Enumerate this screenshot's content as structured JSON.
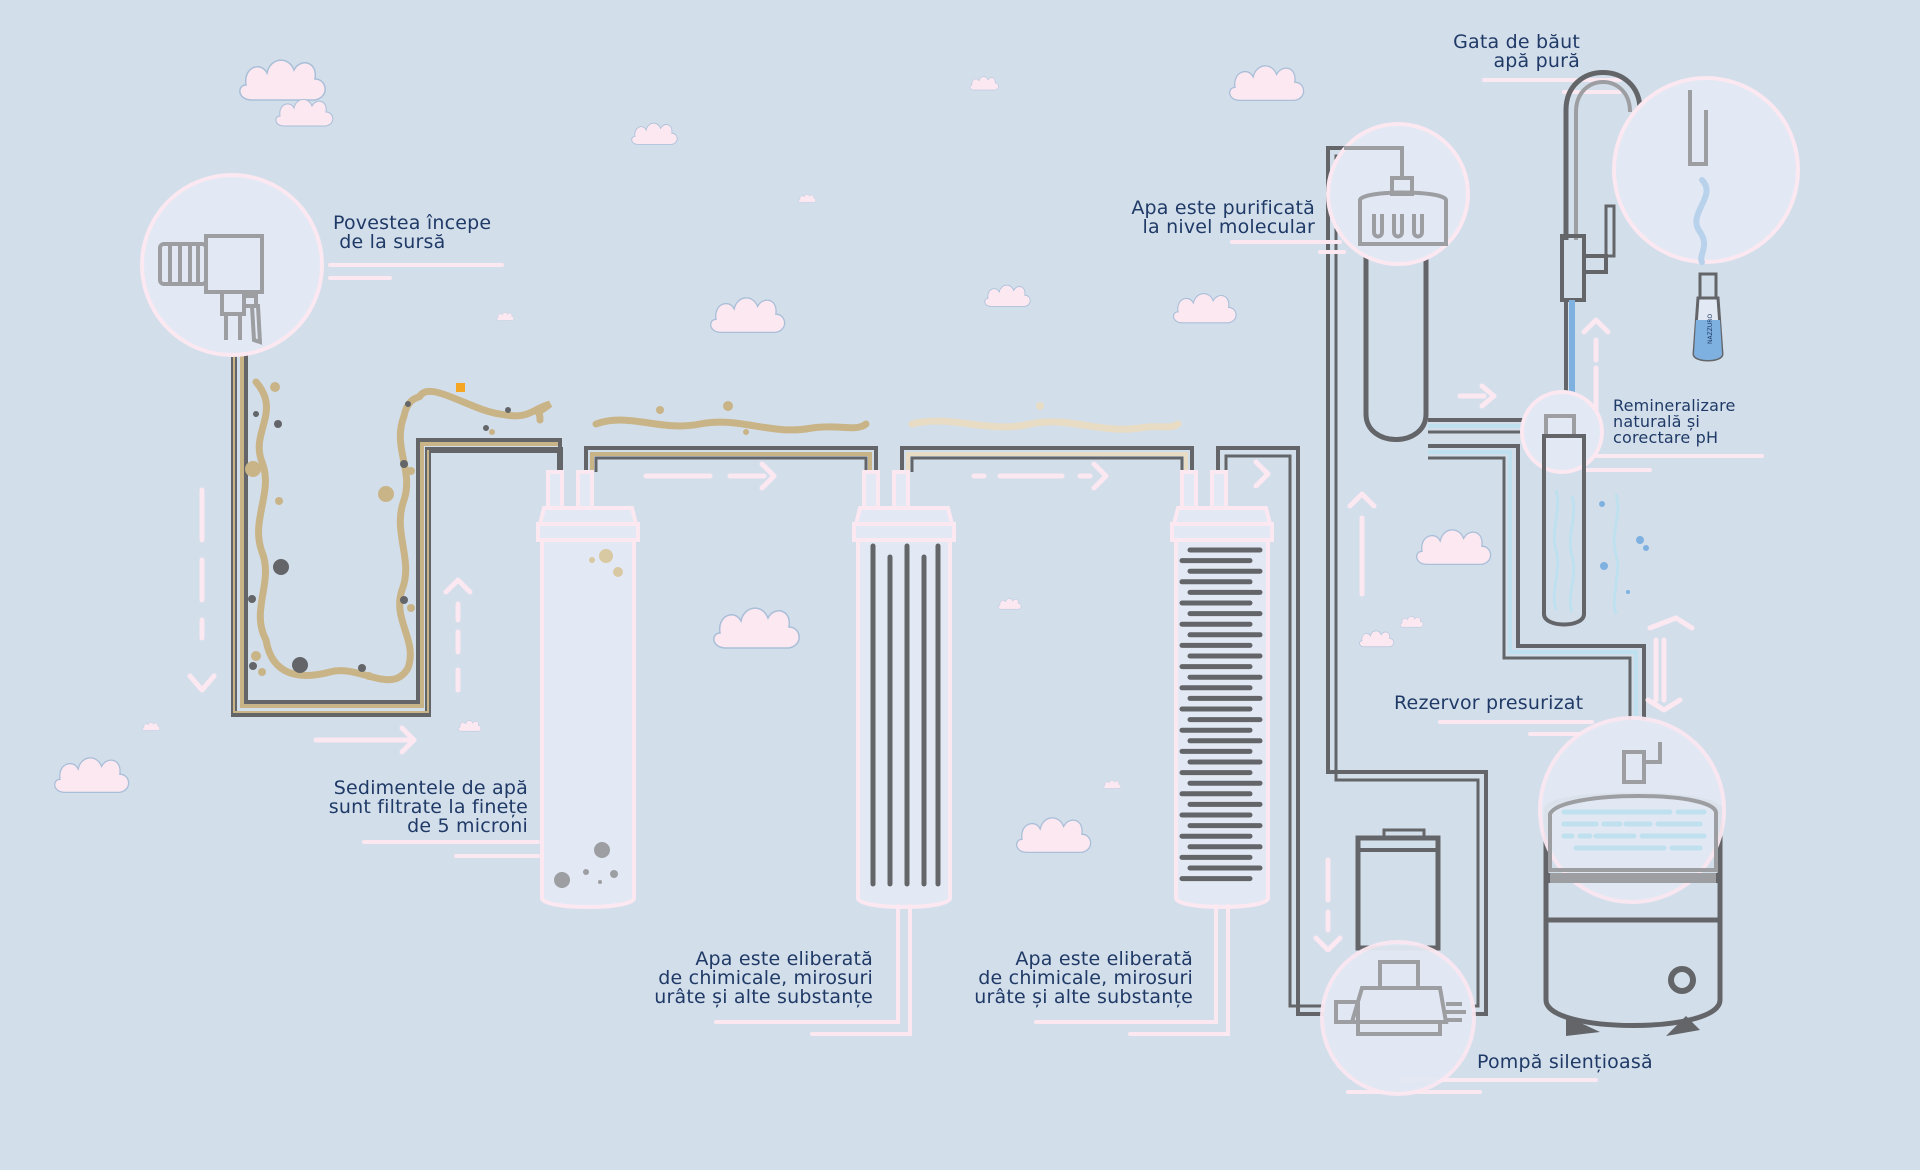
{
  "diagram": {
    "title": "Water purification flow",
    "colors": {
      "background": "#d3deeb",
      "pipe": "#636569",
      "pipe_light": "#9c9ea1",
      "dirty_water": "#c9b487",
      "clean_water": "#e8dcc4",
      "pure_water": "#bfe0ee",
      "accent_blue": "#7fb1e0",
      "outline_pink": "#fbe8f1",
      "circle_fill": "#e3e9f4",
      "label_text": "#1f3a66"
    },
    "stages": [
      {
        "id": "source",
        "lines": [
          "Povestea începe",
          " de la sursă"
        ]
      },
      {
        "id": "sediment",
        "lines": [
          "Sedimentele de apă",
          "sunt filtrate la finețe",
          "de 5 microni"
        ]
      },
      {
        "id": "carbon-1",
        "lines": [
          "Apa este eliberată",
          "de chimicale, mirosuri",
          "urâte și alte substanțe"
        ]
      },
      {
        "id": "carbon-2",
        "lines": [
          "Apa este eliberată",
          "de chimicale, mirosuri",
          "urâte și alte substanțe"
        ]
      },
      {
        "id": "membrane",
        "lines": [
          "Apa este purificată",
          "la nivel molecular"
        ]
      },
      {
        "id": "faucet",
        "lines": [
          "Gata de băut",
          "apă pură"
        ]
      },
      {
        "id": "remineralization",
        "lines": [
          "Remineralizare",
          "naturală și",
          "corectare pH"
        ]
      },
      {
        "id": "tank",
        "lines": [
          "Rezervor presurizat"
        ]
      },
      {
        "id": "pump",
        "lines": [
          "Pompă silențioasă"
        ]
      }
    ],
    "bottle_brand": "NAZZURO"
  }
}
